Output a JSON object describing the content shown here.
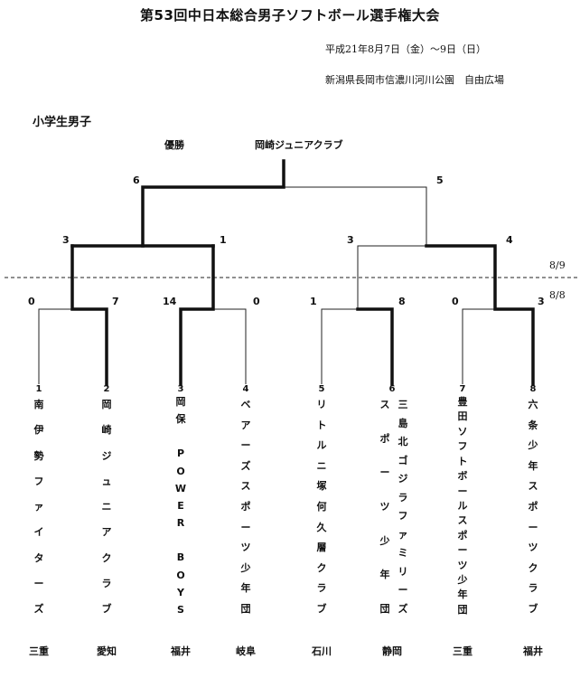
{
  "header": {
    "title": "第53回中日本総合男子ソフトボール選手権大会",
    "date": "平成21年8月7日（金）〜9日（日）",
    "venue": "新潟県長岡市信濃川河川公園　自由広場"
  },
  "section_title": "小学生男子",
  "champion": {
    "label": "優勝",
    "team": "岡崎ジュニアクラブ"
  },
  "dates": {
    "day2": "8/9",
    "day1": "8/8"
  },
  "scores": {
    "final_left": "6",
    "final_right": "5",
    "semi1_left": "3",
    "semi1_right": "1",
    "semi2_left": "3",
    "semi2_right": "4",
    "r1_m1_left": "0",
    "r1_m1_right": "7",
    "r1_m2_left": "14",
    "r1_m2_right": "0",
    "r1_m3_left": "1",
    "r1_m3_right": "8",
    "r1_m4_left": "0",
    "r1_m4_right": "3"
  },
  "teams": [
    {
      "num": "1",
      "name": [
        "南",
        "伊",
        "勢",
        "フ",
        "ァ",
        "イ",
        "タ",
        "ー",
        "ズ"
      ],
      "pref": "三重"
    },
    {
      "num": "2",
      "name": [
        "岡",
        "崎",
        "ジ",
        "ュ",
        "ニ",
        "ア",
        "ク",
        "ラ",
        "ブ"
      ],
      "pref": "愛知"
    },
    {
      "num": "3",
      "name": [
        "岡",
        "保",
        "",
        "P",
        "O",
        "W",
        "E",
        "R",
        "",
        "B",
        "O",
        "Y",
        "S"
      ],
      "pref": "福井"
    },
    {
      "num": "4",
      "name": [
        "ベ",
        "ア",
        "ー",
        "ズ",
        "ス",
        "ポ",
        "ー",
        "ツ",
        "少",
        "年",
        "団"
      ],
      "pref": "岐阜"
    },
    {
      "num": "5",
      "name": [
        "リ",
        "ト",
        "ル",
        "ニ",
        "塚",
        "何",
        "久",
        "層",
        "ク",
        "ラ",
        "ブ"
      ],
      "pref": "石川"
    },
    {
      "num": "6",
      "name": [
        "三",
        "島",
        "北",
        "ゴ",
        "ジ",
        "ラ",
        "フ",
        "ァ",
        "ミ",
        "リ",
        "ー",
        "ズ"
      ],
      "name2": [
        "ス",
        "ポ",
        "ー",
        "ツ",
        "少",
        "年",
        "団"
      ],
      "pref": "静岡"
    },
    {
      "num": "7",
      "name": [
        "豊",
        "田",
        "ソ",
        "フ",
        "ト",
        "ボ",
        "ー",
        "ル",
        "ス",
        "ポ",
        "ー",
        "ツ",
        "少",
        "年",
        "団"
      ],
      "pref": "三重"
    },
    {
      "num": "8",
      "name": [
        "六",
        "条",
        "少",
        "年",
        "ス",
        "ポ",
        "ー",
        "ツ",
        "ク",
        "ラ",
        "ブ"
      ],
      "pref": "福井"
    }
  ]
}
